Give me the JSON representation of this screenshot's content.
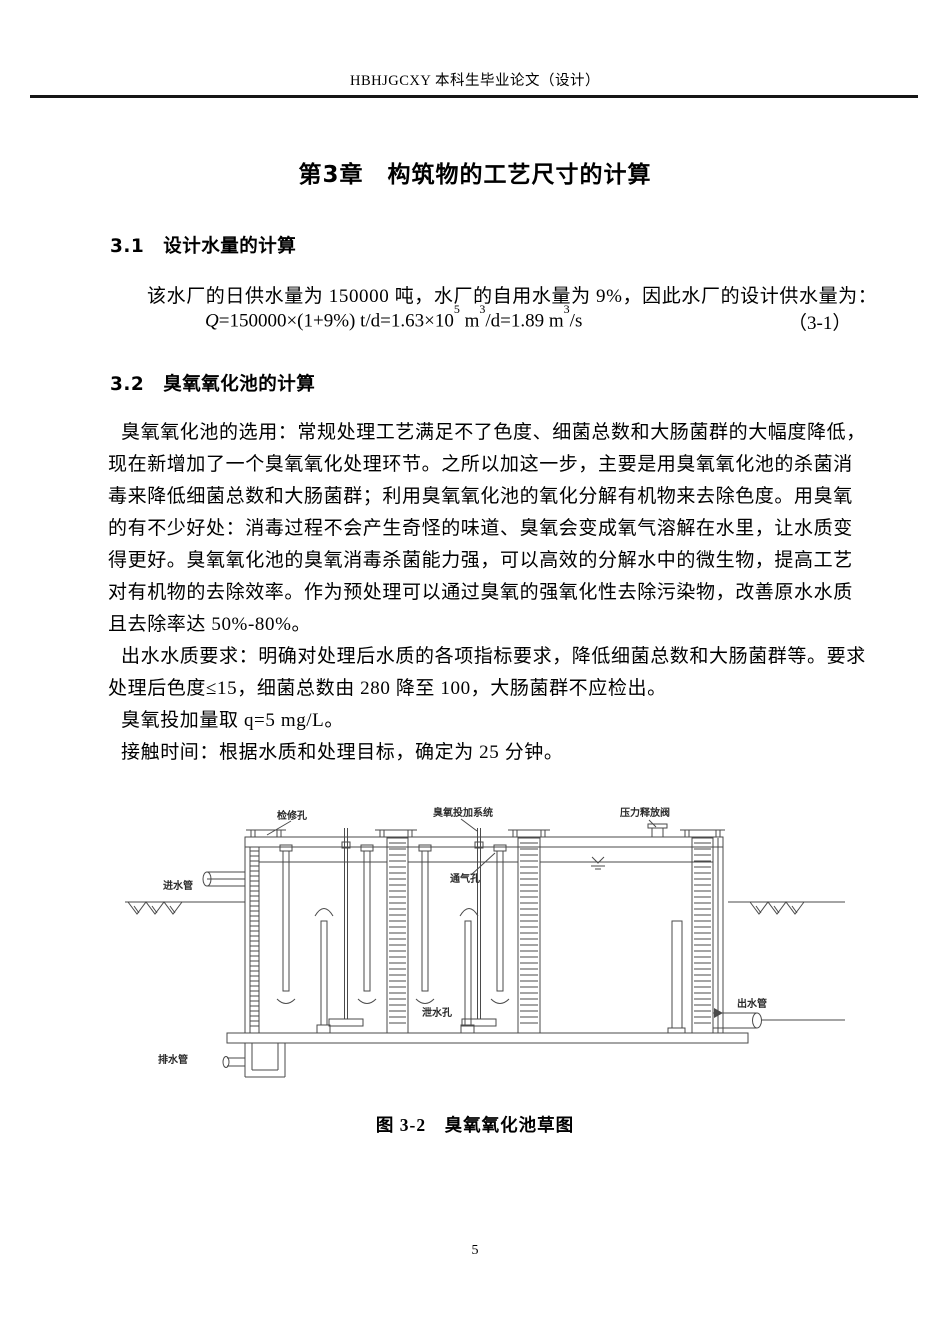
{
  "page": {
    "header": "HBHJGCXY 本科生毕业论文（设计）",
    "page_number": "5"
  },
  "chapter": {
    "title": "第3章　构筑物的工艺尺寸的计算"
  },
  "section1": {
    "heading": "3.1　设计水量的计算",
    "intro": "该水厂的日供水量为 150000 吨，水厂的自用水量为 9%，因此水厂的设计供水量为：",
    "formula": {
      "q": "Q",
      "p1": "=150000×(1+9%) t/d=1.63×10",
      "s1": "5",
      "p2": " m",
      "s2": "3",
      "p3": "/d=1.89 m",
      "s3": "3",
      "p4": "/s",
      "number": "（3-1）"
    }
  },
  "section2": {
    "heading": "3.2　臭氧氧化池的计算",
    "para1_lines": [
      "臭氧氧化池的选用：常规处理工艺满足不了色度、细菌总数和大肠菌群的大幅度降低，",
      "现在新增加了一个臭氧氧化处理环节。之所以加这一步，主要是用臭氧氧化池的杀菌消",
      "毒来降低细菌总数和大肠菌群；利用臭氧氧化池的氧化分解有机物来去除色度。用臭氧",
      "的有不少好处：消毒过程不会产生奇怪的味道、臭氧会变成氧气溶解在水里，让水质变",
      "得更好。臭氧氧化池的臭氧消毒杀菌能力强，可以高效的分解水中的微生物，提高工艺",
      "对有机物的去除效率。作为预处理可以通过臭氧的强氧化性去除污染物，改善原水水质",
      "且去除率达 50%-80%。"
    ],
    "para2_lines": [
      "出水水质要求：明确对处理后水质的各项指标要求，降低细菌总数和大肠菌群等。要求",
      "处理后色度≤15，细菌总数由 280 降至 100，大肠菌群不应检出。"
    ],
    "para3": "臭氧投加量取 q=5  mg/L。",
    "para4": "接触时间：根据水质和处理目标，确定为 25 分钟。"
  },
  "figure": {
    "caption": "图 3-2　臭氧氧化池草图",
    "labels": {
      "inspection_hole": "检修孔",
      "ozone_dosing_system": "臭氧投加系统",
      "pressure_release_valve": "压力释放阀",
      "inlet_pipe": "进水管",
      "vent_hole": "通气孔",
      "drain_hole": "泄水孔",
      "outlet_pipe": "出水管",
      "drain_pipe": "排水管"
    }
  }
}
